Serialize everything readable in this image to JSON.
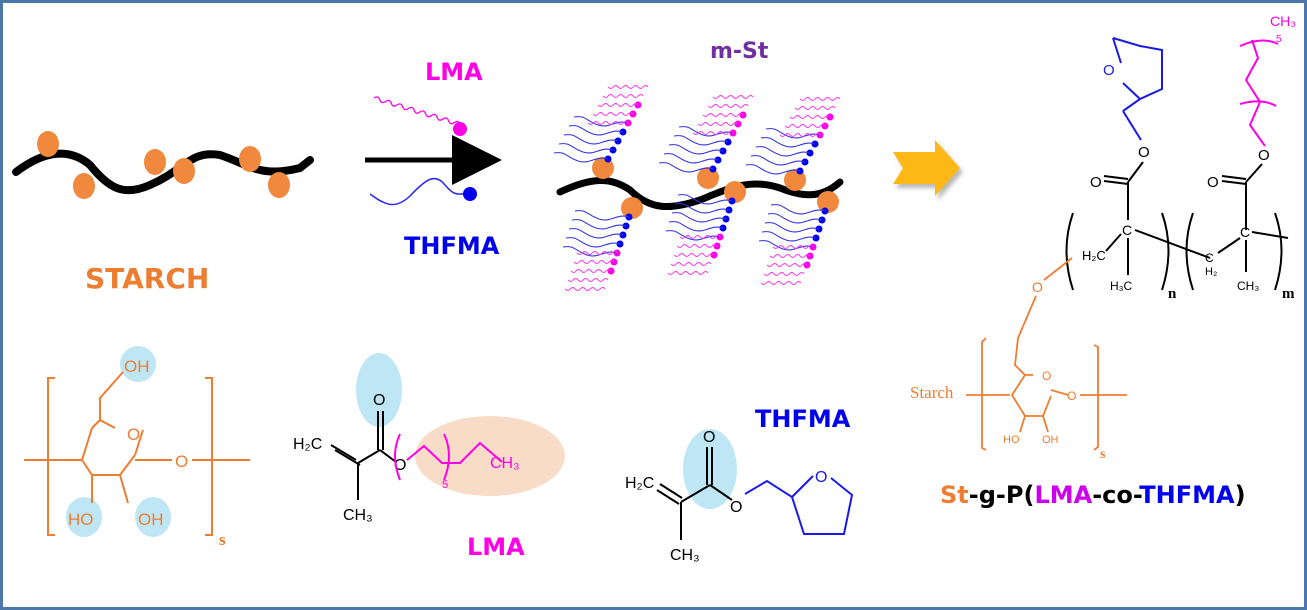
{
  "labels": {
    "starch": "STARCH",
    "lma_top": "LMA",
    "thfma_top": "THFMA",
    "mst": "m-St",
    "lma_bottom": "LMA",
    "thfma_bottom": "THFMA",
    "starch_side": "Starch"
  },
  "product_name": {
    "part_st": "St",
    "part_g": "-g-P(",
    "part_lma": "LMA",
    "part_co": "-co-",
    "part_thfma": "THFMA",
    "part_close": ")"
  },
  "chem": {
    "oh": "OH",
    "ho": "HO",
    "o": "O",
    "h2c": "H₂C",
    "ch3": "CH₃",
    "h3c": "H₃C",
    "c": "C",
    "h2": "H₂",
    "sub_s": "s",
    "sub_n": "n",
    "sub_m": "m",
    "sub_5": "5"
  },
  "colors": {
    "starch": "#ed7d31",
    "lma": "#ff00e6",
    "thfma": "#0000ee",
    "mst": "#7030a0",
    "arrow": "#fdb813",
    "highlight_blue": "#bfe6f5",
    "highlight_peach": "#f8dcc8",
    "border": "#4a76a8"
  }
}
